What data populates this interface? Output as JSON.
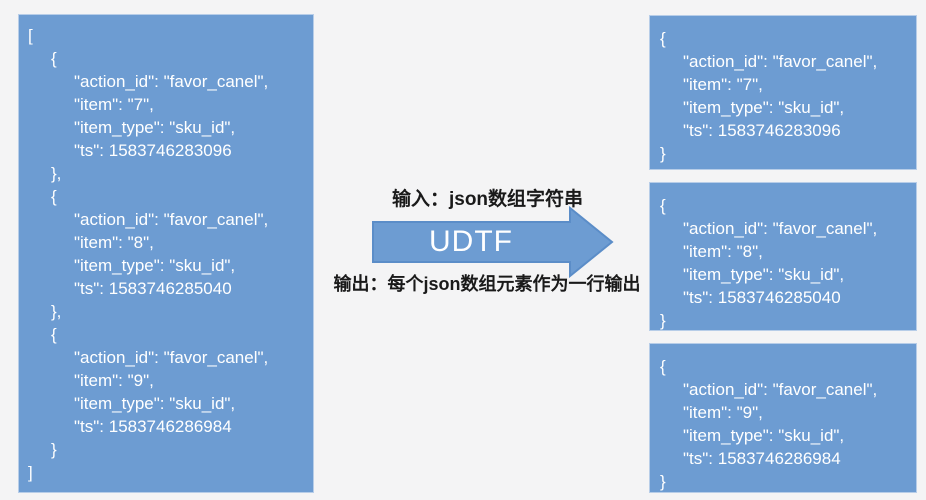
{
  "middle": {
    "input_label": "输入：json数组字符串",
    "udtf_label": "UDTF",
    "output_label": "输出：每个json数组元素作为一行输出"
  },
  "record_fields": [
    "action_id",
    "item",
    "item_type",
    "ts"
  ],
  "records": [
    {
      "action_id": "favor_canel",
      "item": "7",
      "item_type": "sku_id",
      "ts": 1583746283096
    },
    {
      "action_id": "favor_canel",
      "item": "8",
      "item_type": "sku_id",
      "ts": 1583746285040
    },
    {
      "action_id": "favor_canel",
      "item": "9",
      "item_type": "sku_id",
      "ts": 1583746286984
    }
  ],
  "colors": {
    "background": "#f4f4f5",
    "panel_fill": "#6d9cd2",
    "panel_border": "#b7cde8",
    "arrow_border": "#5b8dc8",
    "panel_text": "#ffffff",
    "label_text": "#1a1a1a"
  }
}
